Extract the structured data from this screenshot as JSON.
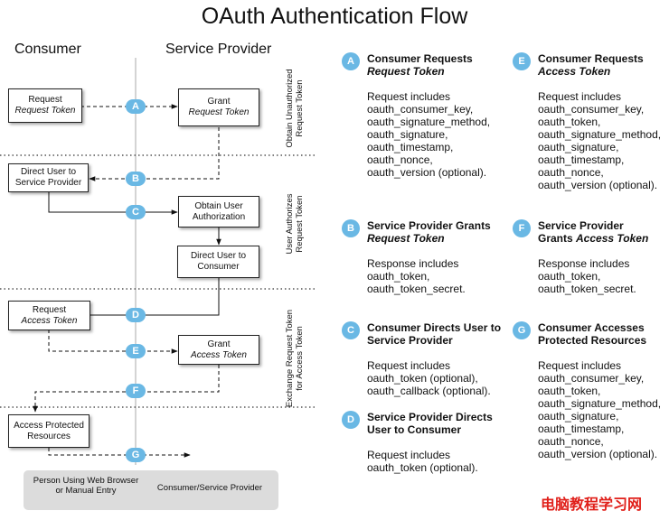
{
  "title": "OAuth Authentication Flow",
  "columns": {
    "consumer": "Consumer",
    "provider": "Service Provider"
  },
  "phases": {
    "p1": {
      "line1": "Obtain Unauthorized",
      "line2": "Request Token"
    },
    "p2": {
      "line1": "User Authorizes",
      "line2": "Request Token"
    },
    "p3": {
      "line1": "Exchange Request Token",
      "line2": "for Access Token"
    }
  },
  "boxes": {
    "request_request_token": {
      "line1": "Request",
      "line2": "Request Token"
    },
    "grant_request_token": {
      "line1": "Grant",
      "line2": "Request Token"
    },
    "direct_user_to_sp": {
      "line1": "Direct User to",
      "line2": "Service Provider"
    },
    "obtain_user_authorization": {
      "line1": "Obtain User",
      "line2": "Authorization"
    },
    "direct_user_to_consumer": {
      "line1": "Direct User to",
      "line2": "Consumer"
    },
    "request_access_token": {
      "line1": "Request",
      "line2": "Access Token"
    },
    "grant_access_token": {
      "line1": "Grant",
      "line2": "Access Token"
    },
    "access_protected_resources": {
      "line1": "Access Protected",
      "line2": "Resources"
    }
  },
  "badges": [
    "A",
    "B",
    "C",
    "D",
    "E",
    "F",
    "G"
  ],
  "steps": {
    "A": {
      "letter": "A",
      "head": "Consumer Requests",
      "head2": "Request Token",
      "body": [
        "Request includes",
        "oauth_consumer_key,",
        "oauth_signature_method,",
        "oauth_signature,",
        "oauth_timestamp,",
        "oauth_nonce,",
        "oauth_version (optional)."
      ]
    },
    "B": {
      "letter": "B",
      "head": "Service Provider Grants",
      "head2": "Request Token",
      "body": [
        "Response includes",
        "oauth_token,",
        "oauth_token_secret."
      ]
    },
    "C": {
      "letter": "C",
      "head": "Consumer Directs User to",
      "head2": "Service Provider",
      "body": [
        "Request includes",
        "oauth_token (optional),",
        "oauth_callback (optional)."
      ]
    },
    "D": {
      "letter": "D",
      "head": "Service Provider Directs",
      "head2": "User to Consumer",
      "body": [
        "Request includes",
        "oauth_token (optional)."
      ]
    },
    "E": {
      "letter": "E",
      "head": "Consumer Requests",
      "head2": "Access Token",
      "body": [
        "Request includes",
        "oauth_consumer_key,",
        "oauth_token,",
        "oauth_signature_method,",
        "oauth_signature,",
        "oauth_timestamp,",
        "oauth_nonce,",
        "oauth_version (optional)."
      ]
    },
    "F": {
      "letter": "F",
      "head": "Service Provider",
      "head2a": "Grants ",
      "head2": "Access Token",
      "body": [
        "Response includes",
        "oauth_token,",
        "oauth_token_secret."
      ]
    },
    "G": {
      "letter": "G",
      "head": "Consumer Accesses",
      "head2": "Protected Resources",
      "body": [
        "Request includes",
        "oauth_consumer_key,",
        "oauth_token,",
        "oauth_signature_method,",
        "oauth_signature,",
        "oauth_timestamp,",
        "oauth_nonce,",
        "oauth_version (optional)."
      ]
    }
  },
  "legend": {
    "browser": {
      "line1": "Person Using Web Browser",
      "line2": "or Manual Entry"
    },
    "server": "Consumer/Service Provider"
  },
  "watermark": "电脑教程学习网",
  "colors": {
    "badge": "#6ab8e4",
    "legend_bg": "#dcdcdc",
    "watermark": "#e0201a"
  }
}
